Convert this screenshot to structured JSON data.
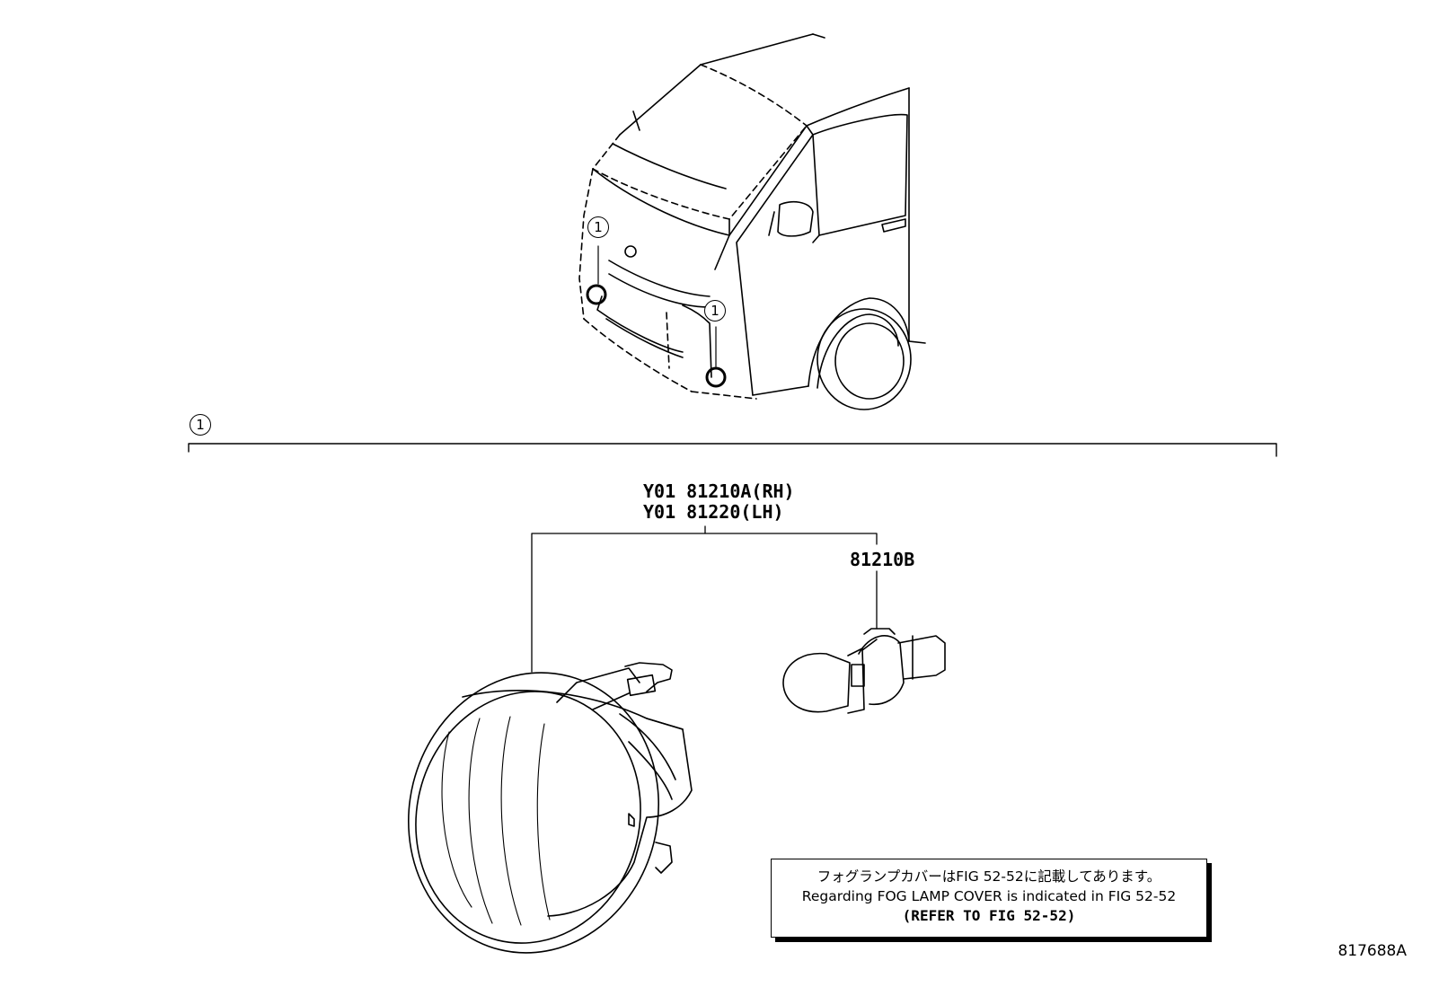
{
  "callouts": {
    "front_left": "1",
    "front_right": "1",
    "group": "1"
  },
  "parts": {
    "fog_lamp_rh": "Y01 81210A(RH)",
    "fog_lamp_lh": "Y01 81220(LH)",
    "bulb": "81210B"
  },
  "note": {
    "jp": "フォグランプカバーはFIG 52-52に記載してあります。",
    "en": "Regarding FOG LAMP COVER is indicated in FIG 52-52",
    "ref": "(REFER TO FIG 52-52)"
  },
  "figure_id": "817688A",
  "icons": [
    "van-illustration",
    "fog-lamp-assembly",
    "fog-lamp-bulb"
  ]
}
